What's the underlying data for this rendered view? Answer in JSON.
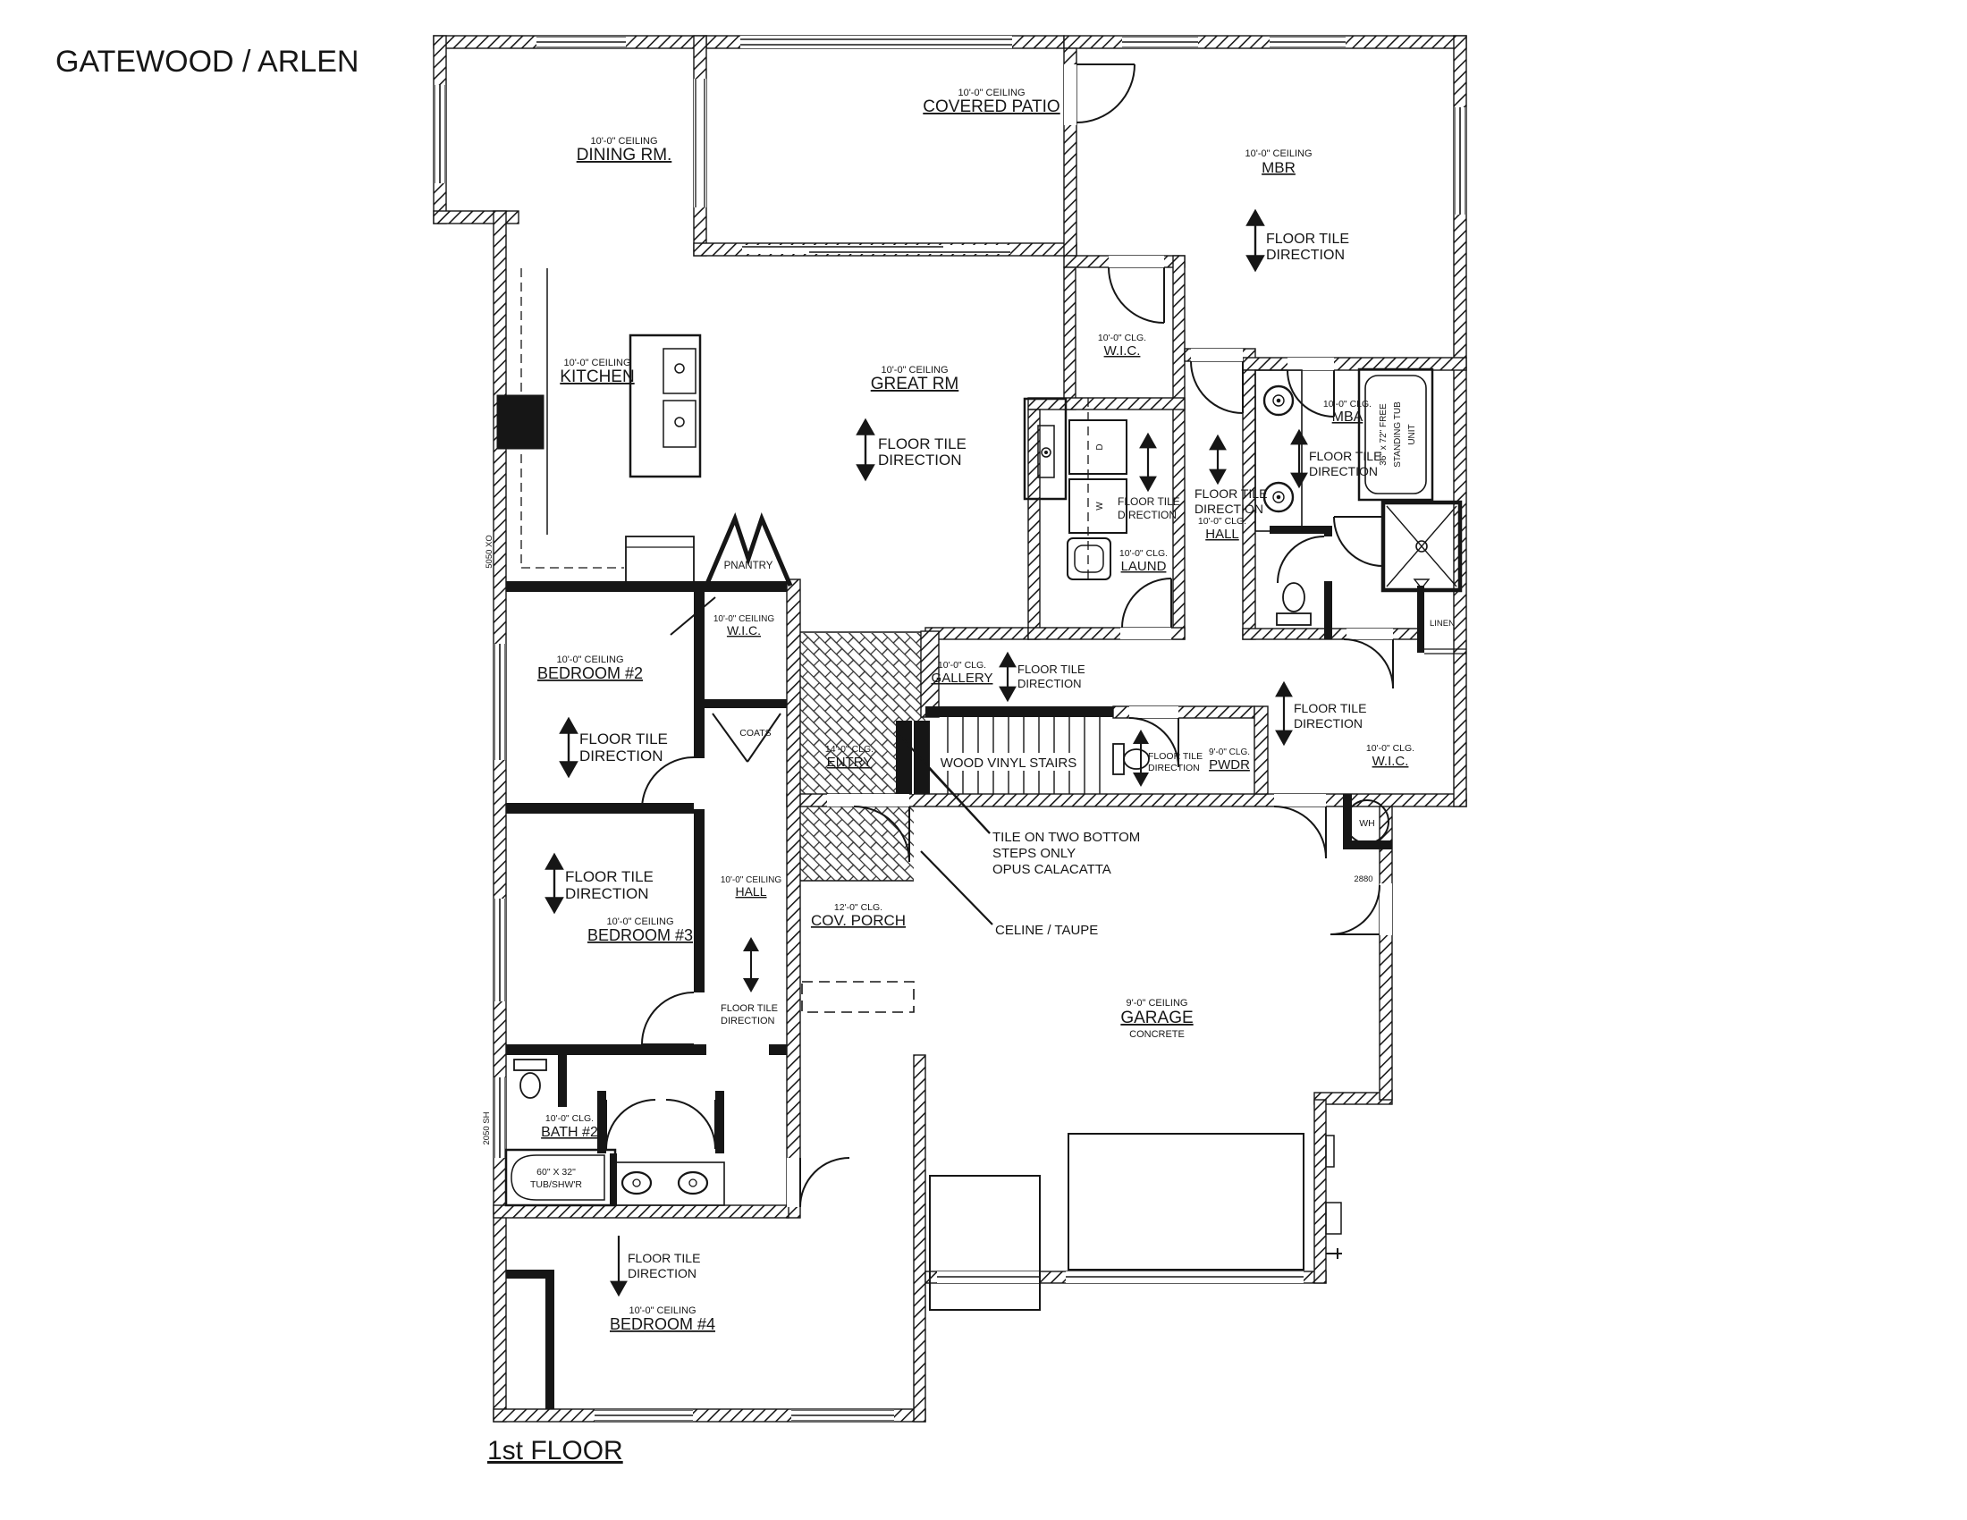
{
  "title": "GATEWOOD / ARLEN",
  "floor_label": "1st FLOOR",
  "rooms": {
    "dining": "DINING RM.",
    "covered_patio": "COVERED PATIO",
    "mbr": "MBR",
    "kitchen": "KITCHEN",
    "great_rm": "GREAT RM",
    "wic": "W.I.C.",
    "mba": "MBA",
    "hall": "HALL",
    "laund": "LAUND",
    "gallery": "GALLERY",
    "entry": "ENTRY",
    "pwdr": "PWDR",
    "bedroom2": "BEDROOM #2",
    "bedroom3": "BEDROOM #3",
    "bedroom4": "BEDROOM #4",
    "bath2": "BATH #2",
    "cov_porch": "COV. PORCH",
    "garage": "GARAGE"
  },
  "ceilings": {
    "c10": "10'-0\" CEILING",
    "clg10": "10'-0\" CLG.",
    "clg14": "14'-0\" CLG.",
    "clg9": "9'-0\" CLG.",
    "clg12": "12'-0\" CLG.",
    "c9": "9'-0\" CEILING"
  },
  "notes": {
    "floor_tile_1": "FLOOR TILE",
    "floor_tile_2": "DIRECTION",
    "stairs": "WOOD VINYL STAIRS",
    "stair_tile_1": "TILE ON TWO BOTTOM",
    "stair_tile_2": "STEPS ONLY",
    "stair_tile_3": "OPUS CALACATTA",
    "color": "CELINE / TAUPE",
    "pantry": "PNANTRY",
    "coats": "COATS",
    "linen": "LINEN",
    "water_heater": "WH",
    "washer": "W",
    "dryer": "D",
    "tub_size_1": "60\" X 32\"",
    "tub_size_2": "TUB/SHW'R",
    "free_tub_1": "36\" x 72\" FREE",
    "free_tub_2": "STANDING TUB",
    "free_tub_3": "UNIT",
    "window_bed2": "5050 XO",
    "window_bath2": "2050 SH",
    "door_garage": "2880",
    "garage_floor": "CONCRETE"
  }
}
